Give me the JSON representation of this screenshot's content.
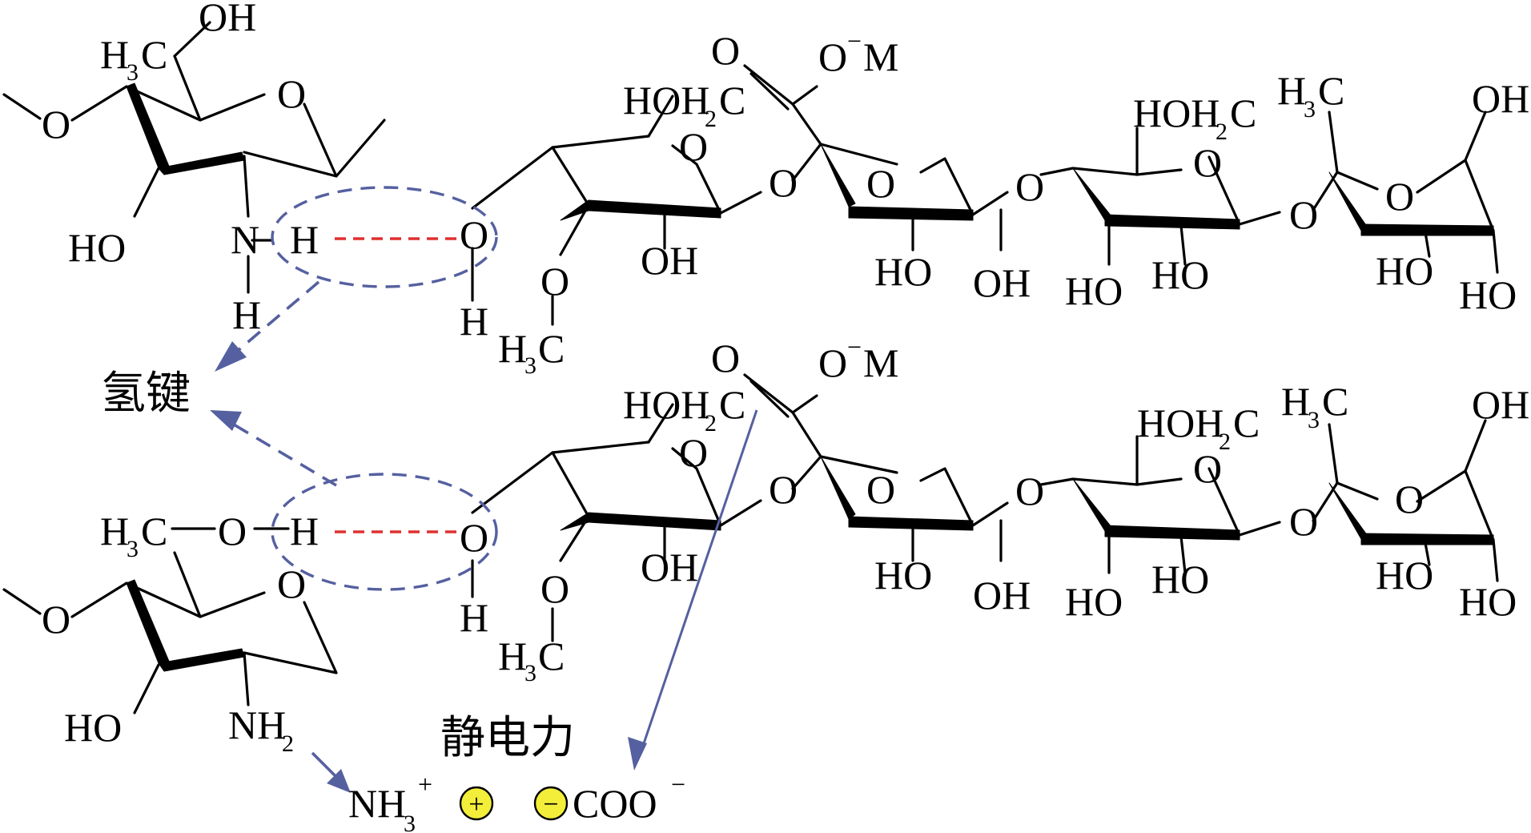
{
  "labels": {
    "hydrogen_bond": "氢键",
    "electrostatic_force": "静电力",
    "oh": "OH",
    "ho": "HO",
    "o": "O",
    "h": "H",
    "n": "N",
    "c": "C",
    "m": "M",
    "nh": "NH",
    "coo": "COO",
    "hoh": "HOH",
    "sub_2": "2",
    "sub_3": "3",
    "sup_plus": "+",
    "sup_minus": "−",
    "plus_sign": "+",
    "minus_sign": "−"
  },
  "colors": {
    "hydrogen_bond_dash": "#e03030",
    "interaction_arrows": "#5560a0",
    "ion_charge_fill": "#f2ee3a",
    "bonds": "#000000"
  },
  "icons": {
    "positive_charge": "circled-plus-icon",
    "negative_charge": "circled-minus-icon"
  }
}
